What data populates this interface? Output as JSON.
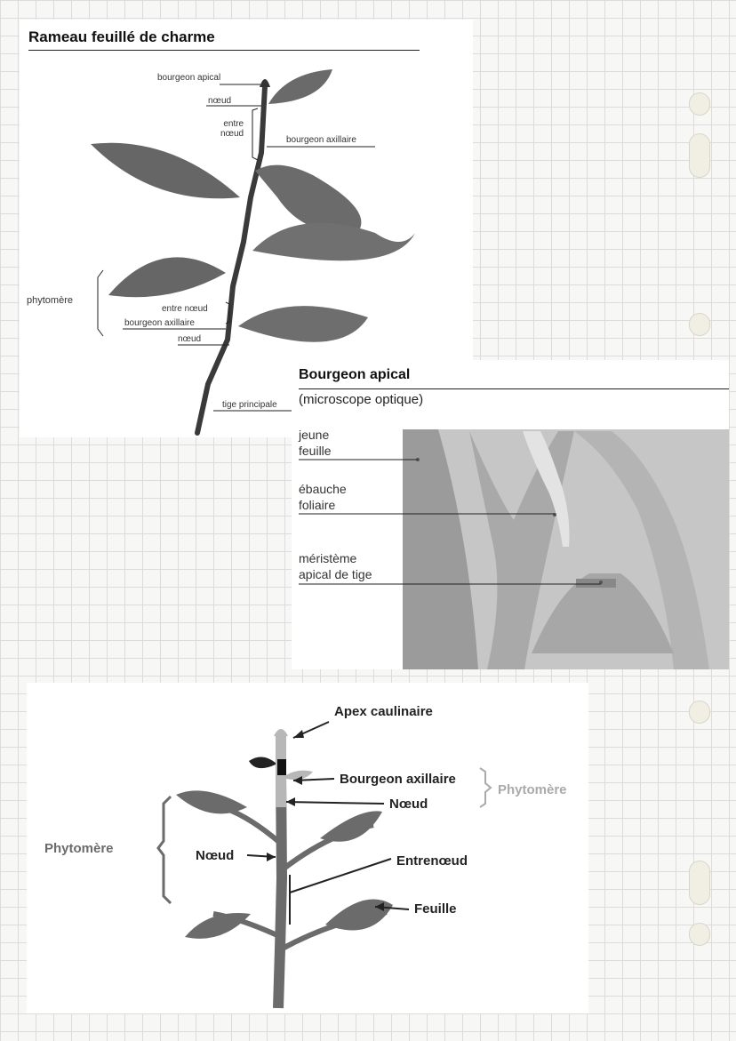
{
  "section1": {
    "title": "Rameau feuillé de charme",
    "labels": {
      "bourgeon_apical": "bourgeon apical",
      "noeud_top": "nœud",
      "entre_noeud_top": "entre\nnœud",
      "bourgeon_axillaire_top": "bourgeon axillaire",
      "phytomere": "phytomère",
      "entre_noeud": "entre nœud",
      "bourgeon_axillaire": "bourgeon axillaire",
      "noeud": "nœud",
      "tige_principale": "tige principale"
    }
  },
  "section2": {
    "title": "Bourgeon apical",
    "subtitle": "(microscope optique)",
    "labels": {
      "jeune_feuille": "jeune\nfeuille",
      "ebauche_foliaire": "ébauche\nfoliaire",
      "meristeme": "méristème\napical de tige"
    }
  },
  "section3": {
    "labels": {
      "apex": "Apex caulinaire",
      "bourgeon_axillaire": "Bourgeon axillaire",
      "phytomere_right": "Phytomère",
      "noeud_right": "Nœud",
      "phytomere_left": "Phytomère",
      "noeud_left": "Nœud",
      "entrenoeud": "Entrenœud",
      "feuille": "Feuille"
    }
  },
  "colors": {
    "leaf_dark": "#666666",
    "leaf_light": "#b8b8b8",
    "micro_bg": "#c9c9c9"
  }
}
